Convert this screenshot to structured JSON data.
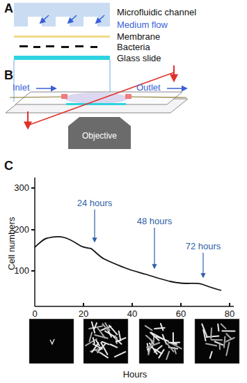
{
  "diagram": {
    "nodes": [
      {
        "text": [
          "Objective"
        ]
      }
    ],
    "labels": [
      "A",
      "Microfluidic channel",
      "Medium flow",
      "Membrane",
      "Bacteria",
      "Glass slide",
      "B",
      "Inlet",
      "Outlet",
      "C",
      "300",
      "200",
      "100",
      "0",
      "20",
      "40",
      "60",
      "80",
      "Cell numbers",
      "24 hours",
      "48 hours",
      "72 hours",
      "Hours"
    ]
  }
}
